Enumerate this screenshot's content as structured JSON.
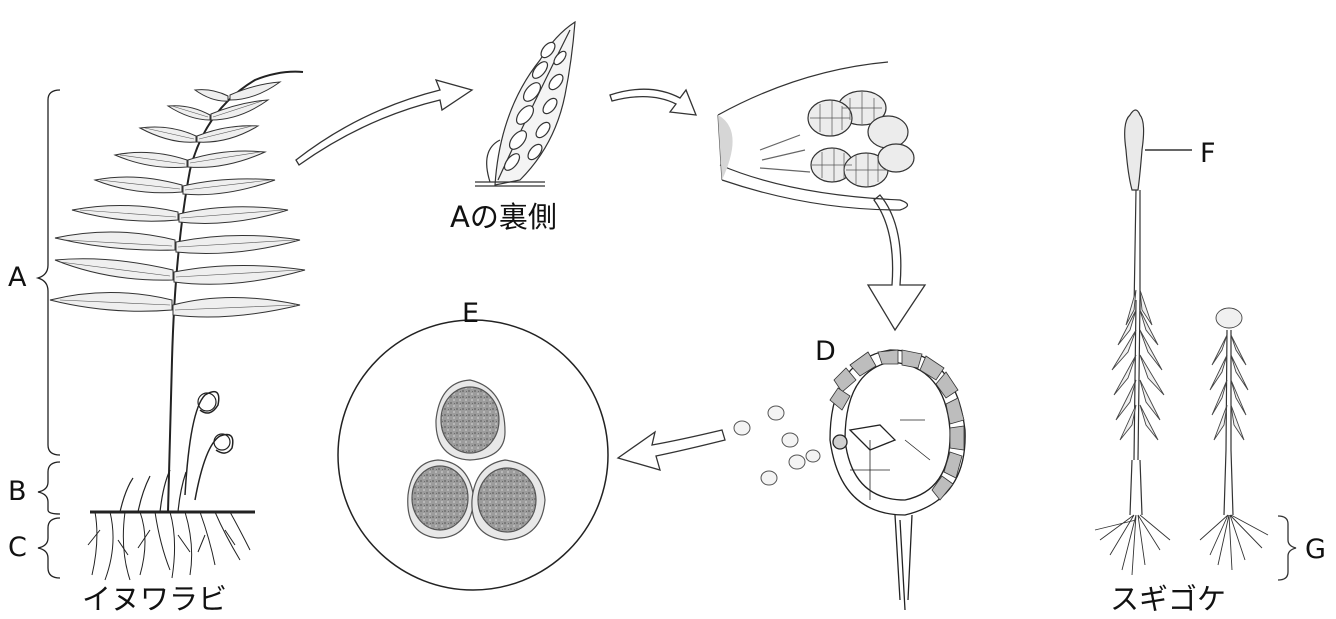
{
  "labels": {
    "A": "A",
    "B": "B",
    "C": "C",
    "D": "D",
    "E": "E",
    "F": "F",
    "G": "G",
    "a_back": "Aの裏側"
  },
  "captions": {
    "fern": "イヌワラビ",
    "moss": "スギゴケ"
  }
}
